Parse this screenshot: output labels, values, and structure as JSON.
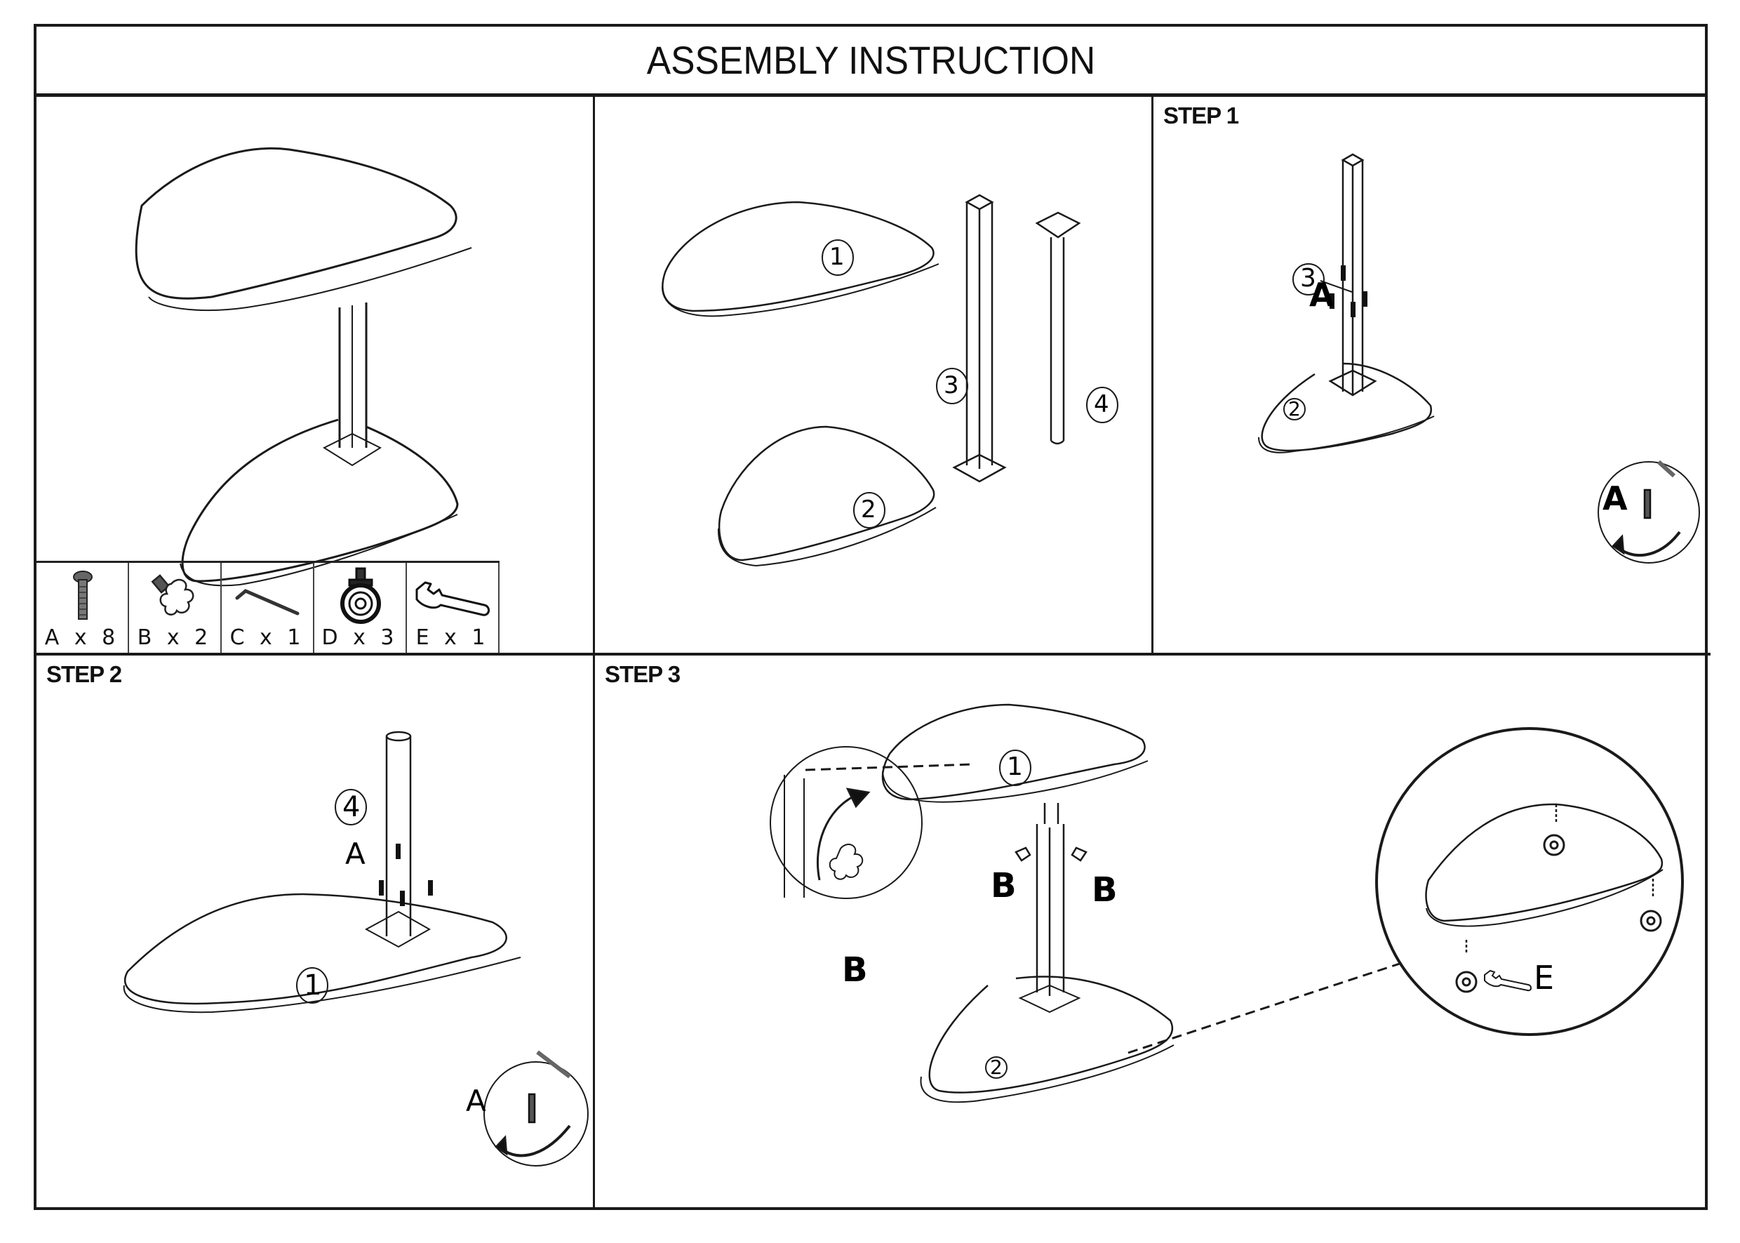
{
  "document": {
    "title": "ASSEMBLY INSTRUCTION"
  },
  "hardware": [
    {
      "letter": "A",
      "label": "A x 8",
      "icon": "screw-icon"
    },
    {
      "letter": "B",
      "label": "B x 2",
      "icon": "thumb-knob-bolt-icon"
    },
    {
      "letter": "C",
      "label": "C x 1",
      "icon": "allen-key-icon"
    },
    {
      "letter": "D",
      "label": "D x 3",
      "icon": "caster-wheel-icon"
    },
    {
      "letter": "E",
      "label": "E x 1",
      "icon": "wrench-icon"
    }
  ],
  "parts_panel": {
    "parts": [
      {
        "number": "1",
        "name": "table-top"
      },
      {
        "number": "2",
        "name": "base"
      },
      {
        "number": "3",
        "name": "square-column"
      },
      {
        "number": "4",
        "name": "round-pole"
      }
    ]
  },
  "steps": [
    {
      "label": "STEP 1",
      "part_numbers": [
        "3",
        "2"
      ],
      "hardware_callouts": [
        "A",
        "A"
      ]
    },
    {
      "label": "STEP 2",
      "part_numbers": [
        "4",
        "1"
      ],
      "hardware_callouts": [
        "A",
        "A"
      ]
    },
    {
      "label": "STEP 3",
      "part_numbers": [
        "1",
        "2"
      ],
      "hardware_callouts": [
        "B",
        "B",
        "B",
        "E"
      ]
    }
  ],
  "colors": {
    "line": "#1a1a1a",
    "background": "#ffffff"
  }
}
